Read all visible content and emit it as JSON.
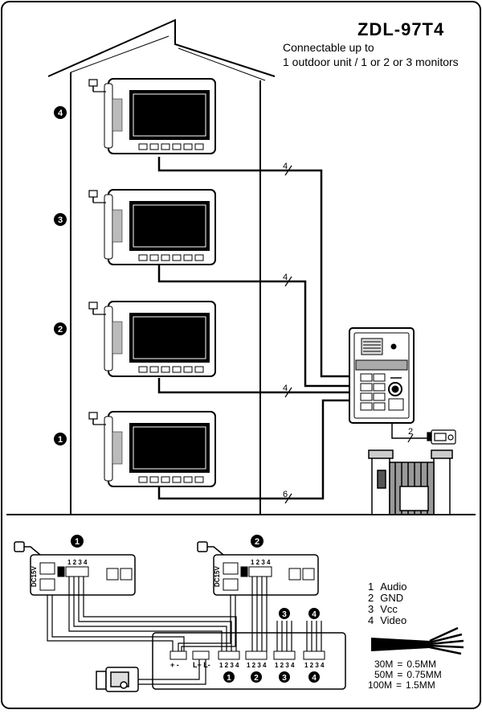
{
  "model": "ZDL-97T4",
  "subtitle_line1": "Connectable up to",
  "subtitle_line2": "1 outdoor unit / 1 or 2 or 3 monitors",
  "floors": [
    "4",
    "3",
    "2",
    "1"
  ],
  "wire_counts": [
    "4",
    "4",
    "4",
    "6",
    "2"
  ],
  "power_label": "DC15V",
  "pins": [
    "1",
    "2",
    "3",
    "4"
  ],
  "pin_text": "1 2 3 4",
  "legend": [
    {
      "num": "1",
      "name": "Audio"
    },
    {
      "num": "2",
      "name": "GND"
    },
    {
      "num": "3",
      "name": "Vcc"
    },
    {
      "num": "4",
      "name": "Video"
    }
  ],
  "cable_specs": [
    {
      "length": "30M",
      "eq": "=",
      "gauge": "0.5MM"
    },
    {
      "length": "50M",
      "eq": "=",
      "gauge": "0.75MM"
    },
    {
      "length": "100M",
      "eq": "=",
      "gauge": "1.5MM"
    }
  ],
  "hub_labels": [
    "1",
    "2",
    "3",
    "4"
  ],
  "monitor_labels": [
    "1",
    "2"
  ],
  "lock_terminal": "+ -",
  "lock_terminal2": "L+ L-"
}
